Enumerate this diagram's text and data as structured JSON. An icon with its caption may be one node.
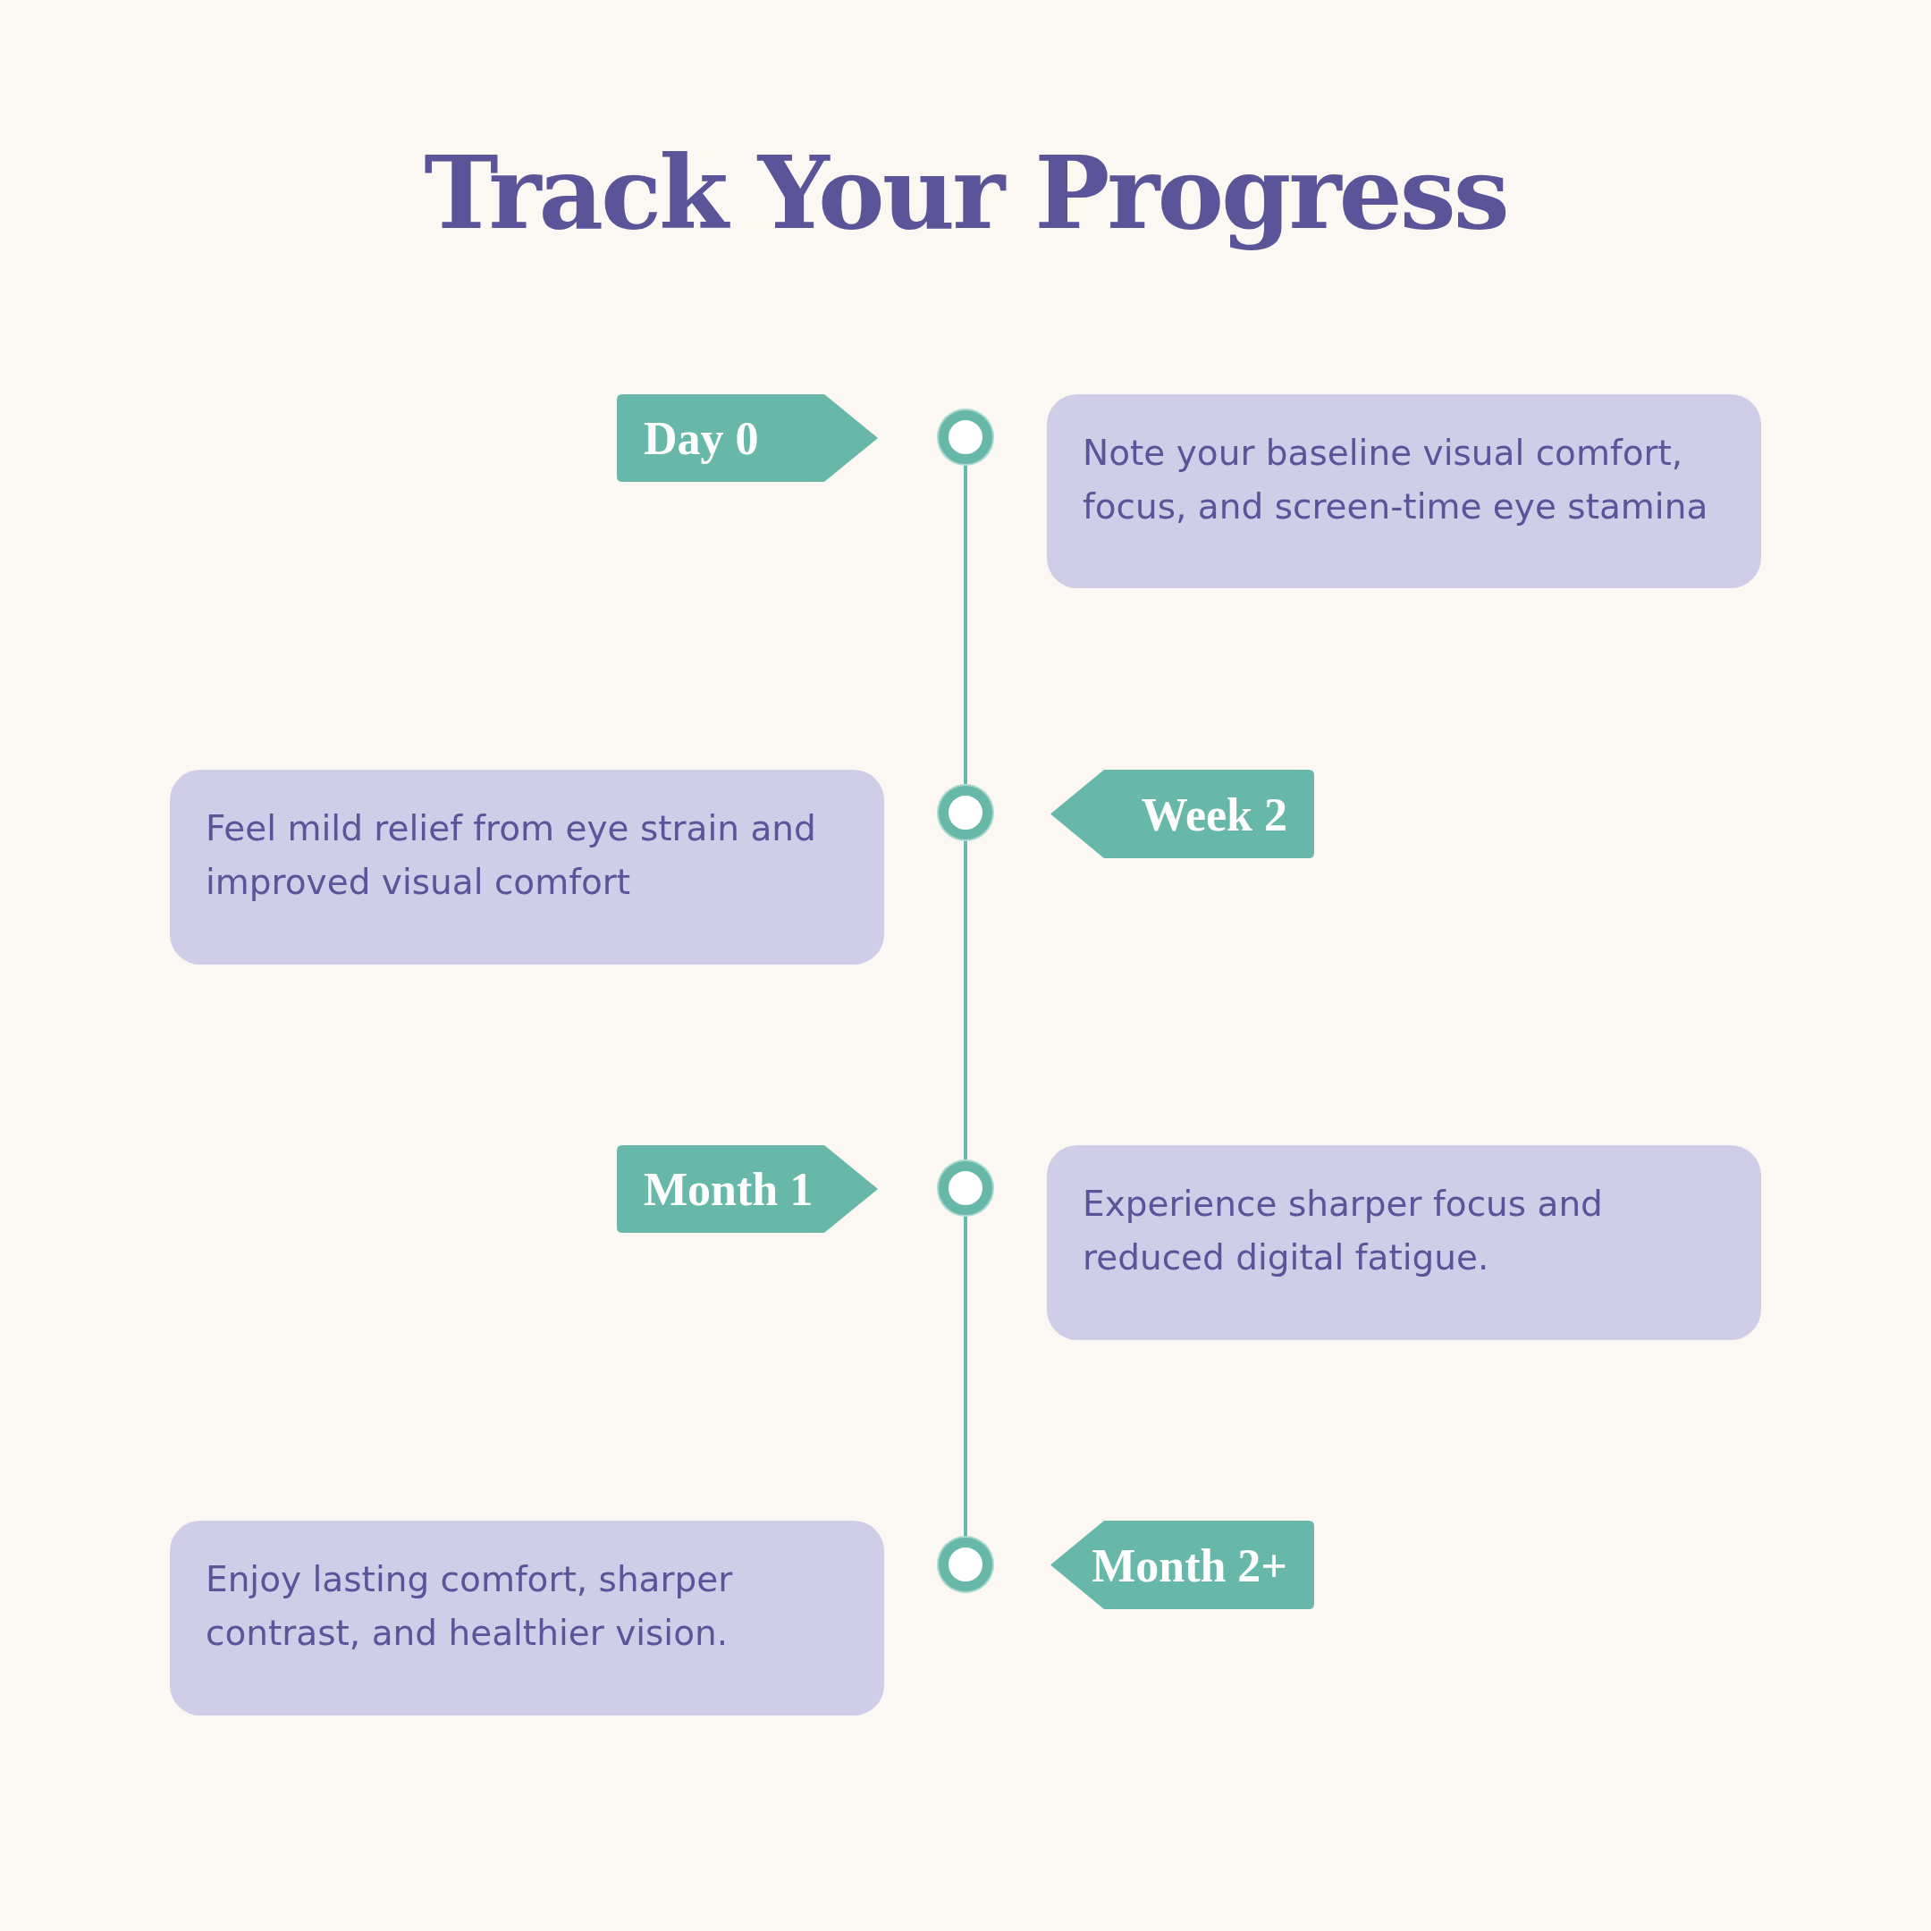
{
  "diagram": {
    "title": "Track Your Progress",
    "nodes": [
      {
        "text": [
          "Day 0"
        ]
      },
      {
        "text": [],
        "shape": "circle"
      },
      {
        "text": [
          "Note your baseline visual comfort, focus, and screen-time eye stamina"
        ]
      },
      {
        "text": [
          "Feel mild relief from eye strain and improved visual comfort"
        ]
      },
      {
        "text": [],
        "shape": "circle"
      },
      {
        "text": [
          "Week 2"
        ]
      },
      {
        "text": [
          "Month 1"
        ]
      },
      {
        "text": [],
        "shape": "circle"
      },
      {
        "text": [
          "Experience sharper focus and reduced digital fatigue."
        ]
      },
      {
        "text": [
          "Enjoy lasting comfort, sharper contrast, and healthier vision."
        ]
      },
      {
        "text": [],
        "shape": "circle"
      },
      {
        "text": [
          "Month 2+"
        ]
      }
    ],
    "edges": [
      {
        "from": 1,
        "to": 4,
        "arrow": "none"
      },
      {
        "from": 4,
        "to": 7,
        "arrow": "none"
      },
      {
        "from": 7,
        "to": 10,
        "arrow": "none"
      }
    ]
  }
}
